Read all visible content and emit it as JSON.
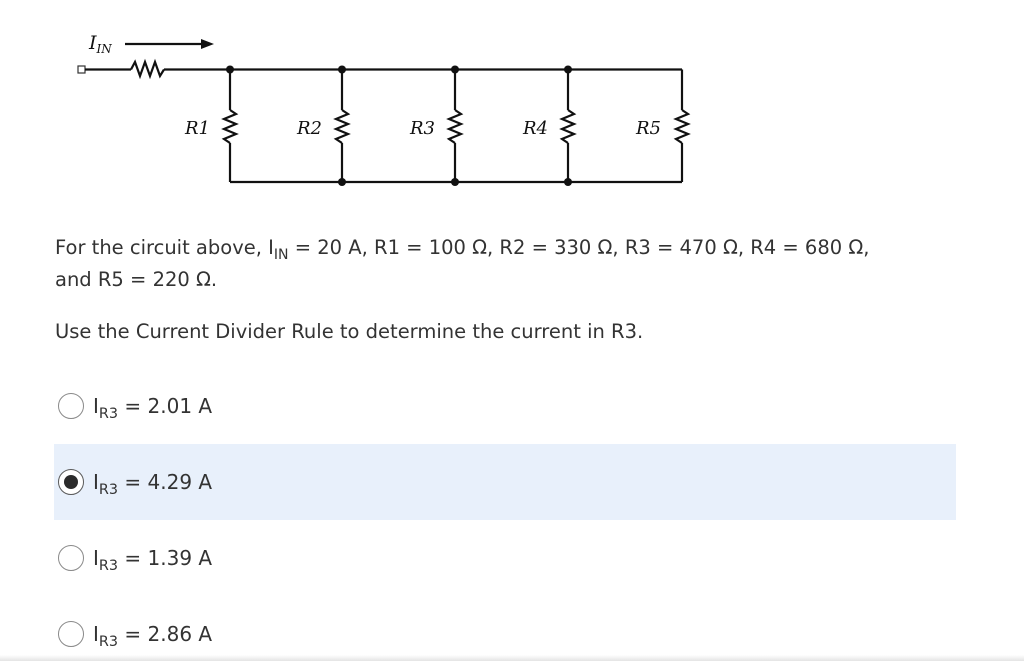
{
  "circuit": {
    "current_label": "I",
    "current_sub": "IN",
    "resistors": [
      "R1",
      "R2",
      "R3",
      "R4",
      "R5"
    ]
  },
  "question": {
    "line1_prefix": "For the circuit above, I",
    "line1_sub": "IN",
    "line1_suffix": " = 20 A, R1 = 100 Ω, R2 = 330 Ω, R3 = 470 Ω, R4 = 680 Ω,",
    "line2": "and R5 = 220 Ω.",
    "instruction": "Use the Current Divider Rule to determine the current in R3."
  },
  "options": [
    {
      "prefix": "I",
      "sub": "R3",
      "value": " = 2.01 A",
      "selected": false
    },
    {
      "prefix": "I",
      "sub": "R3",
      "value": " = 4.29 A",
      "selected": true
    },
    {
      "prefix": "I",
      "sub": "R3",
      "value": " = 1.39 A",
      "selected": false
    },
    {
      "prefix": "I",
      "sub": "R3",
      "value": " = 2.86 A",
      "selected": false
    }
  ],
  "colors": {
    "selected_bg": "#e8f0fb",
    "text": "#333333"
  }
}
